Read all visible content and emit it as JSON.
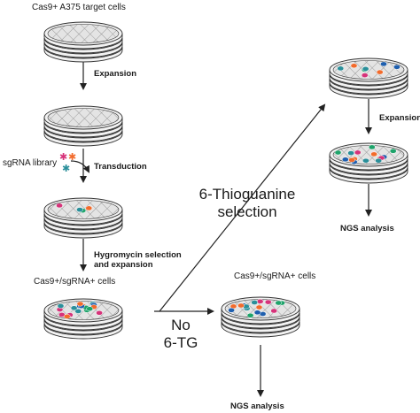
{
  "labels": {
    "start_cells": "Cas9+ A375 target cells",
    "expansion_1": "Expansion",
    "sgrna_library": "sgRNA library",
    "transduction": "Transduction",
    "hygromycin_line1": "Hygromycin selection",
    "hygromycin_line2": "and expansion",
    "cells_left": "Cas9+/sgRNA+ cells",
    "thioguanine_line1": "6-Thioguanine",
    "thioguanine_line2": "selection",
    "no_tg_line1": "No",
    "no_tg_line2": "6-TG",
    "cells_mid": "Cas9+/sgRNA+ cells",
    "expansion_2": "Expansion",
    "ngs_top": "NGS analysis",
    "ngs_bottom": "NGS analysis"
  },
  "colors": {
    "stroke": "#333333",
    "dish_fill": "#d9d9d9",
    "plate_fill": "#f2f2f2",
    "cell_orange": "#f26b2c",
    "cell_blue": "#1f5fae",
    "cell_green": "#1ea36a",
    "cell_magenta": "#d6337a",
    "cell_teal": "#2a8f9a"
  },
  "icons": [
    "petri-dish-stack",
    "sgrna-virus-icon",
    "arrow-down",
    "arrow-diagonal"
  ]
}
